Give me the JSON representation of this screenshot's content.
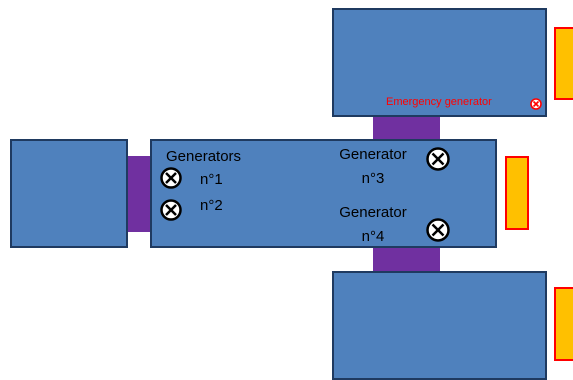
{
  "labels": {
    "generators_1_2_title": "Generators",
    "gen1": "n°1",
    "gen2": "n°2",
    "gen3_title": "Generator",
    "gen3_num": "n°3",
    "gen4_title": "Generator",
    "gen4_num": "n°4",
    "emergency": "Emergency generator"
  },
  "colors": {
    "block_fill": "#4f81bd",
    "connector": "#7030a0",
    "panel_fill": "#ffc000",
    "panel_border": "#ff0000",
    "emergency_text": "#ff0000"
  },
  "icons": {
    "generator": "circle-x-icon",
    "emergency_generator": "circle-x-icon"
  }
}
